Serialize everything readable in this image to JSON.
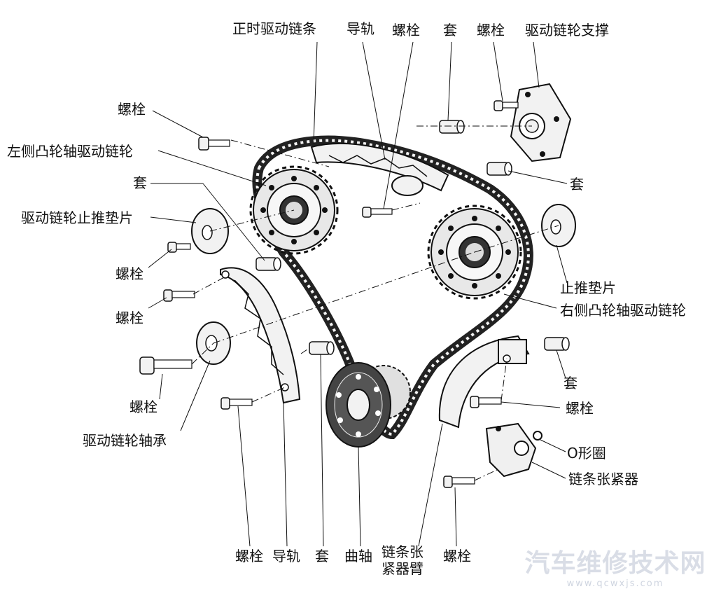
{
  "labels": {
    "timing_chain": "正时驱动链条",
    "guide_top": "导轨",
    "bolt_top1": "螺栓",
    "sleeve_top": "套",
    "bolt_top2": "螺栓",
    "sprocket_support": "驱动链轮支撑",
    "bolt_left1": "螺栓",
    "left_cam_sprocket": "左侧凸轮轴驱动链轮",
    "sleeve_left": "套",
    "thrust_washer_left": "驱动链轮止推垫片",
    "bolt_left2": "螺栓",
    "bolt_left3": "螺栓",
    "bolt_left4": "螺栓",
    "sprocket_bearing": "驱动链轮轴承",
    "sleeve_right1": "套",
    "thrust_washer_right": "止推垫片",
    "right_cam_sprocket": "右侧凸轮轴驱动链轮",
    "sleeve_right2": "套",
    "bolt_right1": "螺栓",
    "o_ring": "O形圈",
    "chain_tensioner": "链条张紧器",
    "bottom_bolt1": "螺栓",
    "bottom_guide": "导轨",
    "bottom_sleeve": "套",
    "crankshaft": "曲轴",
    "tensioner_arm_line1": "链条张",
    "tensioner_arm_line2": "紧器臂",
    "bottom_bolt2": "螺栓"
  },
  "watermark": {
    "text": "汽车维修技术网",
    "url": "www.qcwxjs.com"
  },
  "colors": {
    "ink": "#111111",
    "part_fill": "#f2f2f2",
    "chain": "#2a2a2a",
    "watermark": "#d9dde6"
  }
}
